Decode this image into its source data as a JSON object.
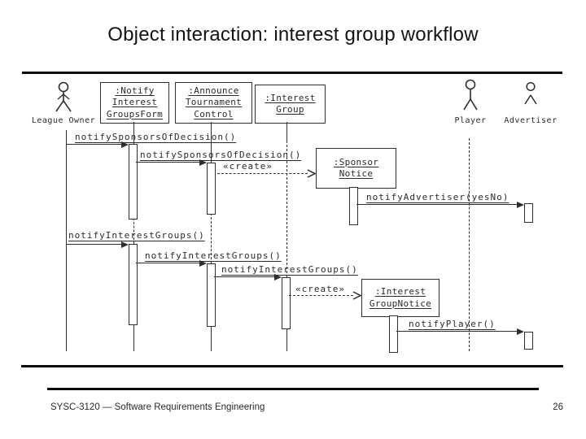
{
  "slide": {
    "title": "Object interaction: interest group workflow",
    "footer": {
      "course": "SYSC-3120 — Software Requirements Engineering",
      "page_number": "26"
    }
  },
  "diagram": {
    "actors": [
      {
        "name": "League Owner"
      },
      {
        "name": "Player"
      },
      {
        "name": "Advertiser"
      }
    ],
    "objects": [
      {
        "name_lines": [
          ":Notify",
          "Interest",
          "GroupsForm"
        ]
      },
      {
        "name_lines": [
          ":Announce",
          "Tournament",
          "Control"
        ]
      },
      {
        "name_lines": [
          ":Interest",
          "Group"
        ]
      },
      {
        "name_lines": [
          ":Sponsor",
          "Notice"
        ]
      },
      {
        "name_lines": [
          ":Interest",
          "GroupNotice"
        ]
      }
    ],
    "messages": [
      {
        "label": "notifySponsorsOfDecision()",
        "type": "sync"
      },
      {
        "label": "notifySponsorsOfDecision()",
        "type": "sync"
      },
      {
        "label": "«create»",
        "type": "create"
      },
      {
        "label": "notifyAdvertiser(yesNo)",
        "type": "sync"
      },
      {
        "label": "notifyInterestGroups()",
        "type": "sync"
      },
      {
        "label": "notifyInterestGroups()",
        "type": "sync"
      },
      {
        "label": "notifyInterestGroups()",
        "type": "sync"
      },
      {
        "label": "«create»",
        "type": "create"
      },
      {
        "label": "notifyPlayer()",
        "type": "sync"
      }
    ]
  }
}
